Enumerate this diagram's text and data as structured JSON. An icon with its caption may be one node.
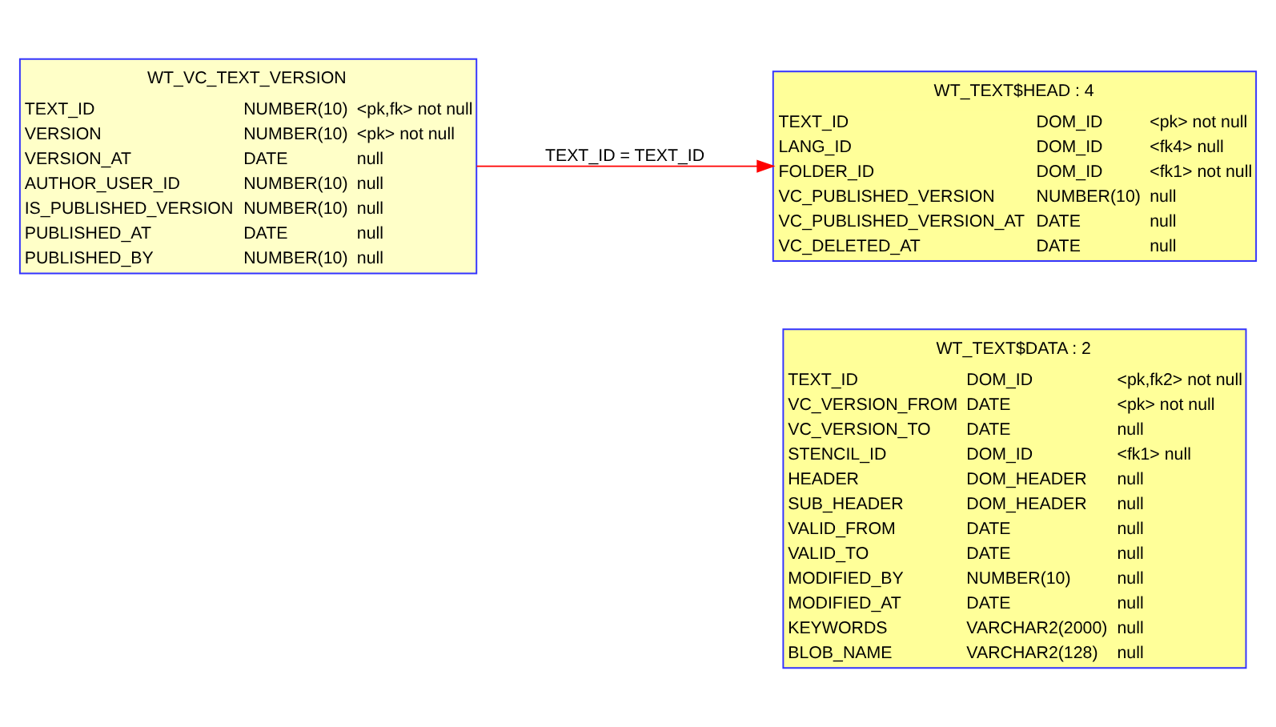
{
  "diagram": {
    "nodes": [
      {
        "text": [
          "WT_TEXT$HEAD : 4",
          "TEXT_ID DOM_ID <pk> not null",
          "LANG_ID DOM_ID <fk4> null",
          "FOLDER_ID DOM_ID <fk1> not null",
          "VC_PUBLISHED_VERSION NUMBER(10) null",
          "VC_PUBLISHED_VERSION_AT DATE null",
          "VC_DELETED_AT DATE null"
        ]
      },
      {
        "text": [
          "WT_VC_TEXT_VERSION",
          "TEXT_ID NUMBER(10) <pk,fk> not null",
          "VERSION NUMBER(10) <pk> not null",
          "VERSION_AT DATE null",
          "AUTHOR_USER_ID NUMBER(10) null",
          "IS_PUBLISHED_VERSION NUMBER(10) null",
          "PUBLISHED_AT DATE null",
          "PUBLISHED_BY NUMBER(10) null"
        ]
      },
      {
        "text": [
          "WT_TEXT$DATA : 2",
          "TEXT_ID DOM_ID <pk,fk2> not null",
          "VC_VERSION_FROM DATE <pk> not null",
          "VC_VERSION_TO DATE null",
          "STENCIL_ID DOM_ID <fk1> null",
          "HEADER DOM_HEADER null",
          "SUB_HEADER DOM_HEADER null",
          "VALID_FROM DATE null",
          "VALID_TO DATE null",
          "MODIFIED_BY NUMBER(10) null",
          "MODIFIED_AT DATE null",
          "KEYWORDS VARCHAR2(2000) null",
          "BLOB_NAME VARCHAR2(128) null"
        ]
      }
    ],
    "edges": [
      {
        "from": 1,
        "to": 0,
        "arrow": "to",
        "label": "TEXT_ID = TEXT_ID",
        "color": "#ff0000"
      }
    ]
  }
}
